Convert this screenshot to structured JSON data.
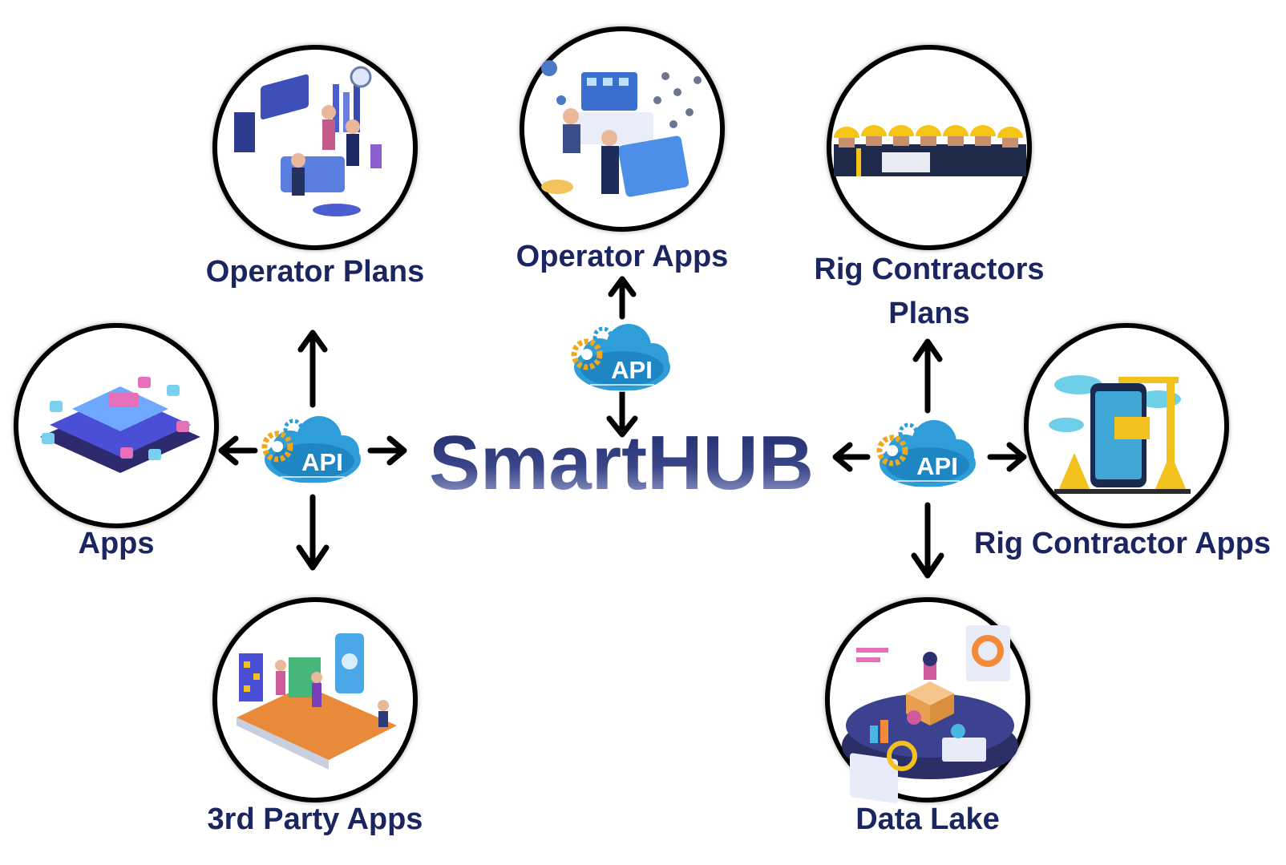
{
  "hub": {
    "label": "SmartHUB"
  },
  "api_badge": {
    "label": "API"
  },
  "nodes": {
    "operator_plans": {
      "label": "Operator Plans",
      "icon": "team-planning-icon"
    },
    "operator_apps": {
      "label": "Operator Apps",
      "icon": "control-room-icon"
    },
    "rig_contractors_plans": {
      "line1": "Rig Contractors",
      "line2": "Plans",
      "icon": "hardhat-crew-icon"
    },
    "apps": {
      "label": "Apps",
      "icon": "app-layers-icon"
    },
    "rig_contractor_apps": {
      "label": "Rig Contractor Apps",
      "icon": "crane-phone-icon"
    },
    "third_party_apps": {
      "label": "3rd Party Apps",
      "icon": "mobile-ui-icon"
    },
    "data_lake": {
      "label": "Data Lake",
      "icon": "database-analytics-icon"
    }
  },
  "colors": {
    "label": "#1b2560",
    "hub_top": "#1e2a6c",
    "hub_bottom": "#a9b0d6",
    "api_cloud": "#2f9ed8",
    "api_gear": "#f2a81d"
  }
}
